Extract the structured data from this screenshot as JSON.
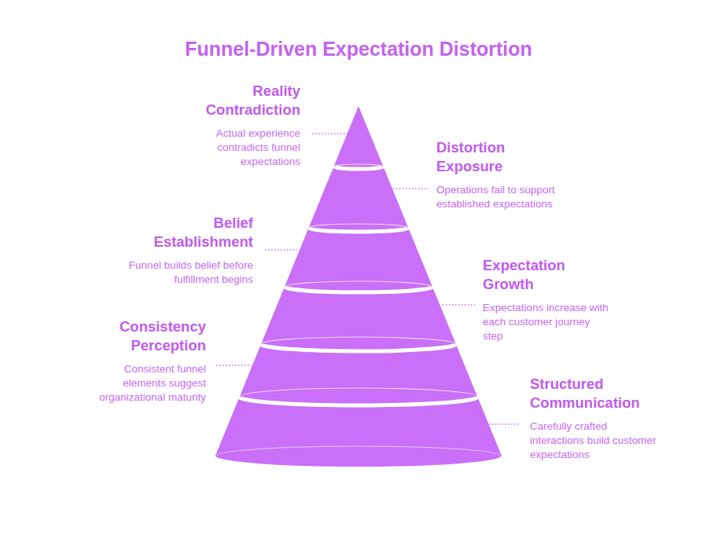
{
  "diagram": {
    "title": "Funnel-Driven Expectation Distortion",
    "nodes": [
      {
        "text": [
          "Reality Contradiction",
          "Actual experience contradicts funnel expectations"
        ]
      },
      {
        "text": [
          "Distortion Exposure",
          "Operations fail to support established expectations"
        ]
      },
      {
        "text": [
          "Belief Establishment",
          "Funnel builds belief before fulfillment begins"
        ]
      },
      {
        "text": [
          "Expectation Growth",
          "Expectations increase with each customer journey step"
        ]
      },
      {
        "text": [
          "Consistency Perception",
          "Consistent funnel elements suggest organizational maturity"
        ]
      },
      {
        "text": [
          "Structured Communication",
          "Carefully crafted interactions build customer expectations"
        ]
      }
    ]
  }
}
